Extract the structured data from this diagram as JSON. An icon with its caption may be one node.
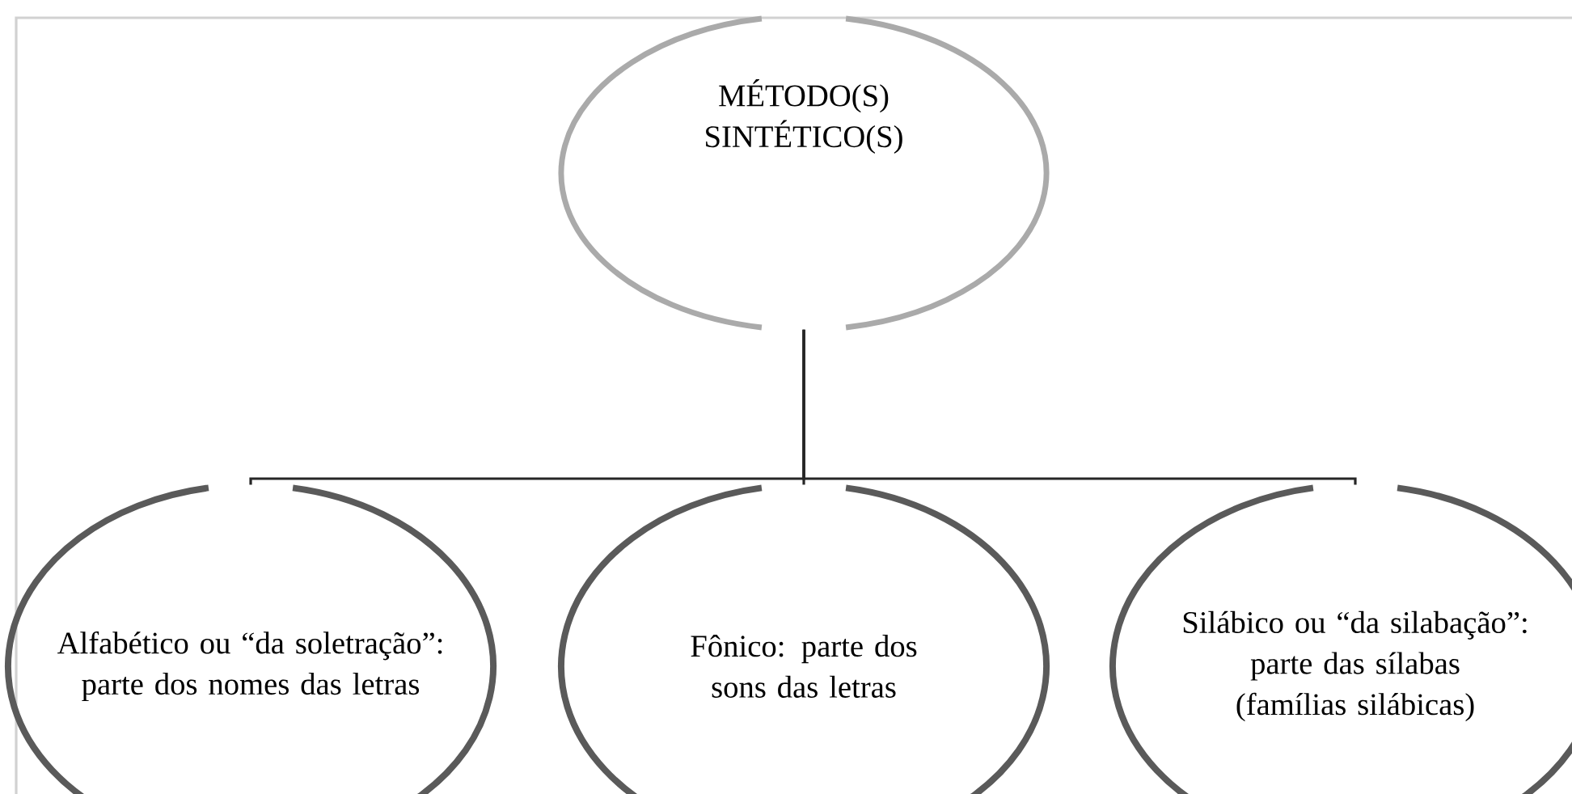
{
  "diagram": {
    "nodes": [
      {
        "text": [
          "MÉTODO(S) SINTÉTICO(S)"
        ]
      },
      {
        "text": [
          "Alfabético ou “da soletração”: parte dos nomes das letras"
        ]
      },
      {
        "text": [
          "Fônico: parte dos sons das letras"
        ]
      },
      {
        "text": [
          "Silábico ou “da silabação”: parte das sílabas (famílias silábicas)"
        ]
      }
    ],
    "edges": [
      {
        "from": 0,
        "to": 1,
        "arrow": "none"
      },
      {
        "from": 0,
        "to": 2,
        "arrow": "none"
      },
      {
        "from": 0,
        "to": 3,
        "arrow": "none"
      }
    ]
  }
}
